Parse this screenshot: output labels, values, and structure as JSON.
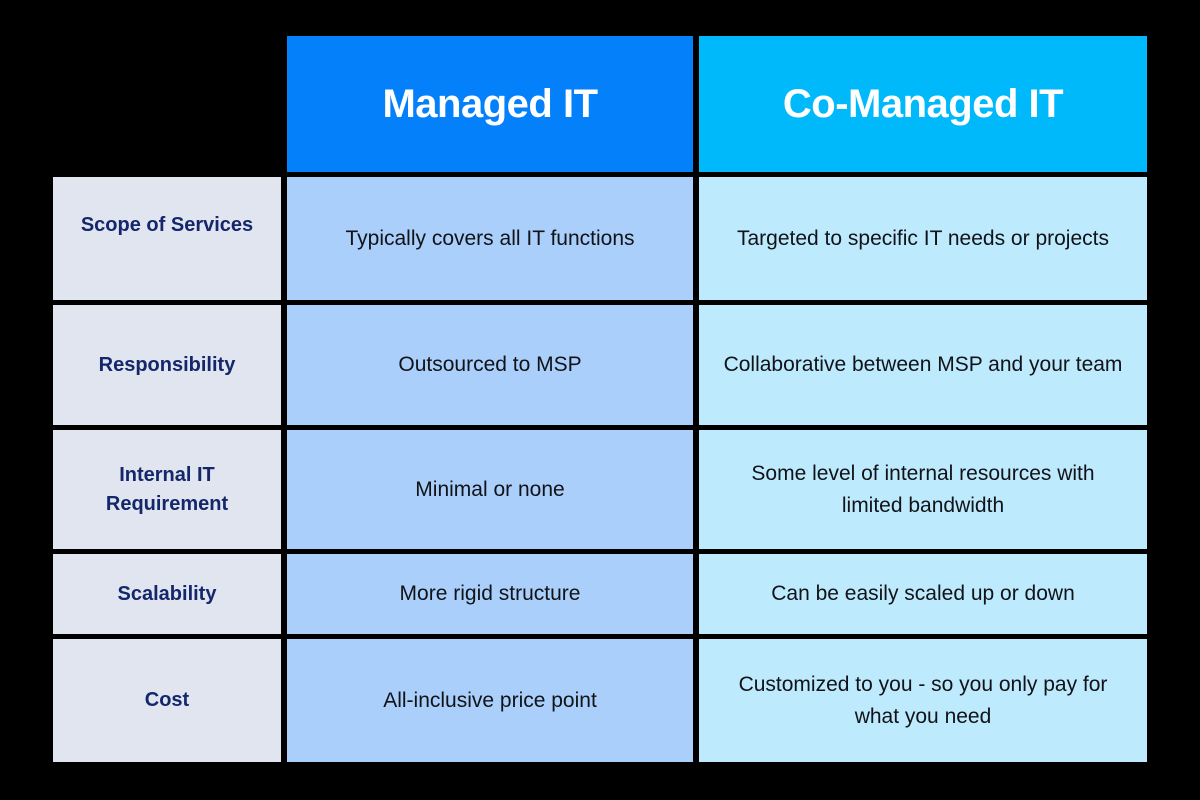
{
  "table": {
    "columns": [
      {
        "key": "criteria",
        "label": ""
      },
      {
        "key": "managed",
        "label": "Managed IT",
        "color": "#0580FB"
      },
      {
        "key": "comanaged",
        "label": "Co-Managed IT",
        "color": "#00B9FA"
      }
    ],
    "colors": {
      "background": "#000000",
      "header_primary": "#0580FB",
      "header_secondary": "#00B9FA",
      "label_cell": "#E0E5EF",
      "label_text": "#14276B",
      "value_primary": "#A9CFFA",
      "value_secondary": "#BDEAFD",
      "value_text": "#111318",
      "header_text": "#FFFFFF"
    },
    "rows": [
      {
        "label": "Scope of Services",
        "managed": "Typically covers all IT functions",
        "comanaged": "Targeted to specific IT needs or projects"
      },
      {
        "label": "Responsibility",
        "managed": "Outsourced to MSP",
        "comanaged": "Collaborative between MSP and your team"
      },
      {
        "label": "Internal IT Requirement",
        "managed": "Minimal or none",
        "comanaged": "Some level of internal resources with limited bandwidth"
      },
      {
        "label": "Scalability",
        "managed": "More rigid structure",
        "comanaged": "Can be easily scaled up or down"
      },
      {
        "label": "Cost",
        "managed": "All-inclusive price point",
        "comanaged": "Customized to you - so you only pay for what you need"
      }
    ]
  }
}
